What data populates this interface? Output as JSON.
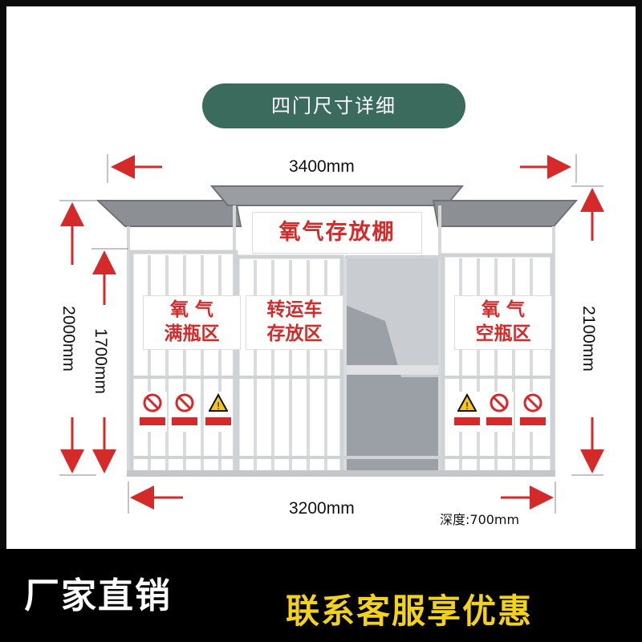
{
  "title": "四门尺寸详细",
  "dimensions": {
    "top_width": "3400mm",
    "bottom_width": "3200mm",
    "left_outer_height": "2000mm",
    "left_inner_height": "1700mm",
    "right_height": "2100mm",
    "depth": "深度:700mm"
  },
  "signs": {
    "main": "氧气存放棚",
    "full_line1": "氧  气",
    "full_line2": "满瓶区",
    "transfer_line1": "转运车",
    "transfer_line2": "存放区",
    "empty_line1": "氧  气",
    "empty_line2": "空瓶区"
  },
  "slogans": {
    "left": "厂家直销",
    "right": "联系客服享优惠"
  },
  "colors": {
    "title_bg": "#3b6b5c",
    "arrow": "#d42a2a",
    "sign_text": "#d42a2a",
    "slogan_right": "#f3d21b",
    "band": "#000000"
  }
}
